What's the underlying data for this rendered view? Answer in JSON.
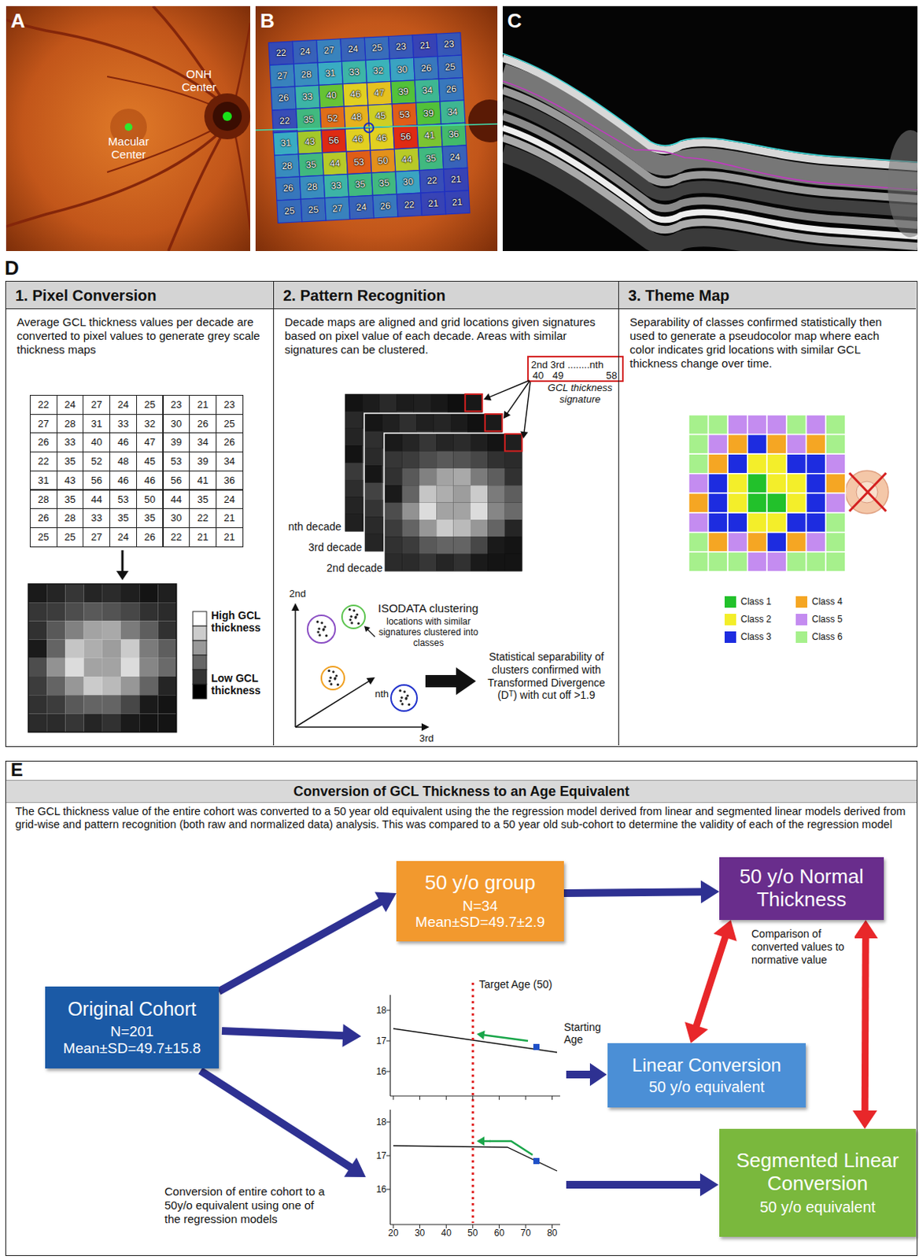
{
  "diagram": {
    "nodes": [
      {
        "text": [
          "D"
        ]
      },
      {
        "text": [
          "1. Pixel Conversion",
          "Average GCL thickness values per decade are converted to pixel values to generate grey scale thickness maps"
        ],
        "in": 0
      },
      {
        "text": [
          "2. Pattern Recognition",
          "Decade maps are aligned and grid locations given signatures based on pixel value of each decade. Areas with similar signatures can be clustered."
        ],
        "in": 0
      },
      {
        "text": [
          "3. Theme Map",
          "Separability of classes confirmed statistically then used to generate a pseudocolor map where each color indicates grid locations with similar GCL thickness change over time."
        ],
        "in": 0
      },
      {
        "text": [
          "E",
          "Conversion of GCL Thickness to an Age Equivalent",
          "The GCL thickness value of the entire cohort was converted to a 50 year old equivalent using the the regression model derived from linear and segmented linear models derived from grid-wise and pattern recognition (both raw and normalized data) analysis. This was compared to a 50 year old sub-cohort to determine the validity of each of the regression model"
        ]
      },
      {
        "text": [
          "Original Cohort",
          "N=201 Mean±SD=49.7±15.8"
        ],
        "in": 4
      },
      {
        "text": [
          "50 y/o group",
          "N=34 Mean±SD=49.7±2.9"
        ],
        "in": 4
      },
      {
        "text": [
          "50 y/o Normal Thickness"
        ],
        "in": 4
      },
      {
        "text": [
          "Linear Conversion",
          "50 y/o equivalent"
        ],
        "in": 4
      },
      {
        "text": [
          "Segmented Linear Conversion",
          "50 y/o equivalent"
        ],
        "in": 4
      }
    ],
    "edges": [
      {
        "from": 5,
        "to": 6,
        "arrow": "to"
      },
      {
        "from": 6,
        "to": 7,
        "arrow": "to"
      },
      {
        "from": 7,
        "to": 8,
        "arrow": "both",
        "label": "Comparison of converted values to normative value"
      },
      {
        "from": 7,
        "to": 9,
        "arrow": "both"
      }
    ],
    "labels": [
      "A",
      "ONH Center",
      "Macular Center",
      "B",
      "22",
      "24",
      "27",
      "24",
      "25",
      "23",
      "21",
      "23",
      "27",
      "28",
      "31",
      "33",
      "32",
      "30",
      "26",
      "25",
      "26",
      "33",
      "40",
      "46",
      "47",
      "39",
      "34",
      "26",
      "22",
      "35",
      "52",
      "48",
      "45",
      "53",
      "39",
      "34",
      "31",
      "43",
      "56",
      "46",
      "46",
      "56",
      "41",
      "36",
      "28",
      "35",
      "44",
      "53",
      "50",
      "44",
      "35",
      "24",
      "26",
      "28",
      "33",
      "35",
      "35",
      "30",
      "22",
      "21",
      "25",
      "25",
      "27",
      "24",
      "26",
      "22",
      "21",
      "21",
      "C",
      "22",
      "24",
      "27",
      "24",
      "25",
      "23",
      "21",
      "23",
      "27",
      "28",
      "31",
      "33",
      "32",
      "30",
      "26",
      "25",
      "26",
      "33",
      "40",
      "46",
      "47",
      "39",
      "34",
      "26",
      "22",
      "35",
      "52",
      "48",
      "45",
      "53",
      "39",
      "34",
      "31",
      "43",
      "56",
      "46",
      "46",
      "56",
      "41",
      "36",
      "28",
      "35",
      "44",
      "53",
      "50",
      "44",
      "35",
      "24",
      "26",
      "28",
      "33",
      "35",
      "35",
      "30",
      "22",
      "21",
      "25",
      "25",
      "27",
      "24",
      "26",
      "22",
      "21",
      "21",
      "High GCL thickness",
      "Low GCL thickness",
      "2nd 3rd ........nth",
      "40",
      "49",
      "58",
      "GCL thickness signature",
      "nth decade",
      "3rd decade",
      "2nd decade",
      "2nd",
      "ISODATA clustering",
      "locations with similar signatures clustered into classes",
      "nth",
      "3rd",
      "Statistical separability of clusters confirmed with Transformed Divergence (Dᵀ) with cut off >1.9",
      "Target Age (50)",
      "Starting Age",
      "18",
      "17",
      "16",
      "18",
      "17",
      "16",
      "20",
      "30",
      "40",
      "50",
      "60",
      "70",
      "80",
      "Conversion of entire cohort to a 50y/o equivalent using one of the regression models"
    ],
    "legend": [
      {
        "text": "Class 1",
        "color": "#22c12b"
      },
      {
        "text": "Class 2",
        "color": "#f3ee2a"
      },
      {
        "text": "Class 3",
        "color": "#1d2ce0"
      },
      {
        "text": "Class 4",
        "color": "#f5a623"
      },
      {
        "text": "Class 5",
        "color": "#c48cf0"
      },
      {
        "text": "Class 6",
        "color": "#a6f08c"
      }
    ]
  }
}
